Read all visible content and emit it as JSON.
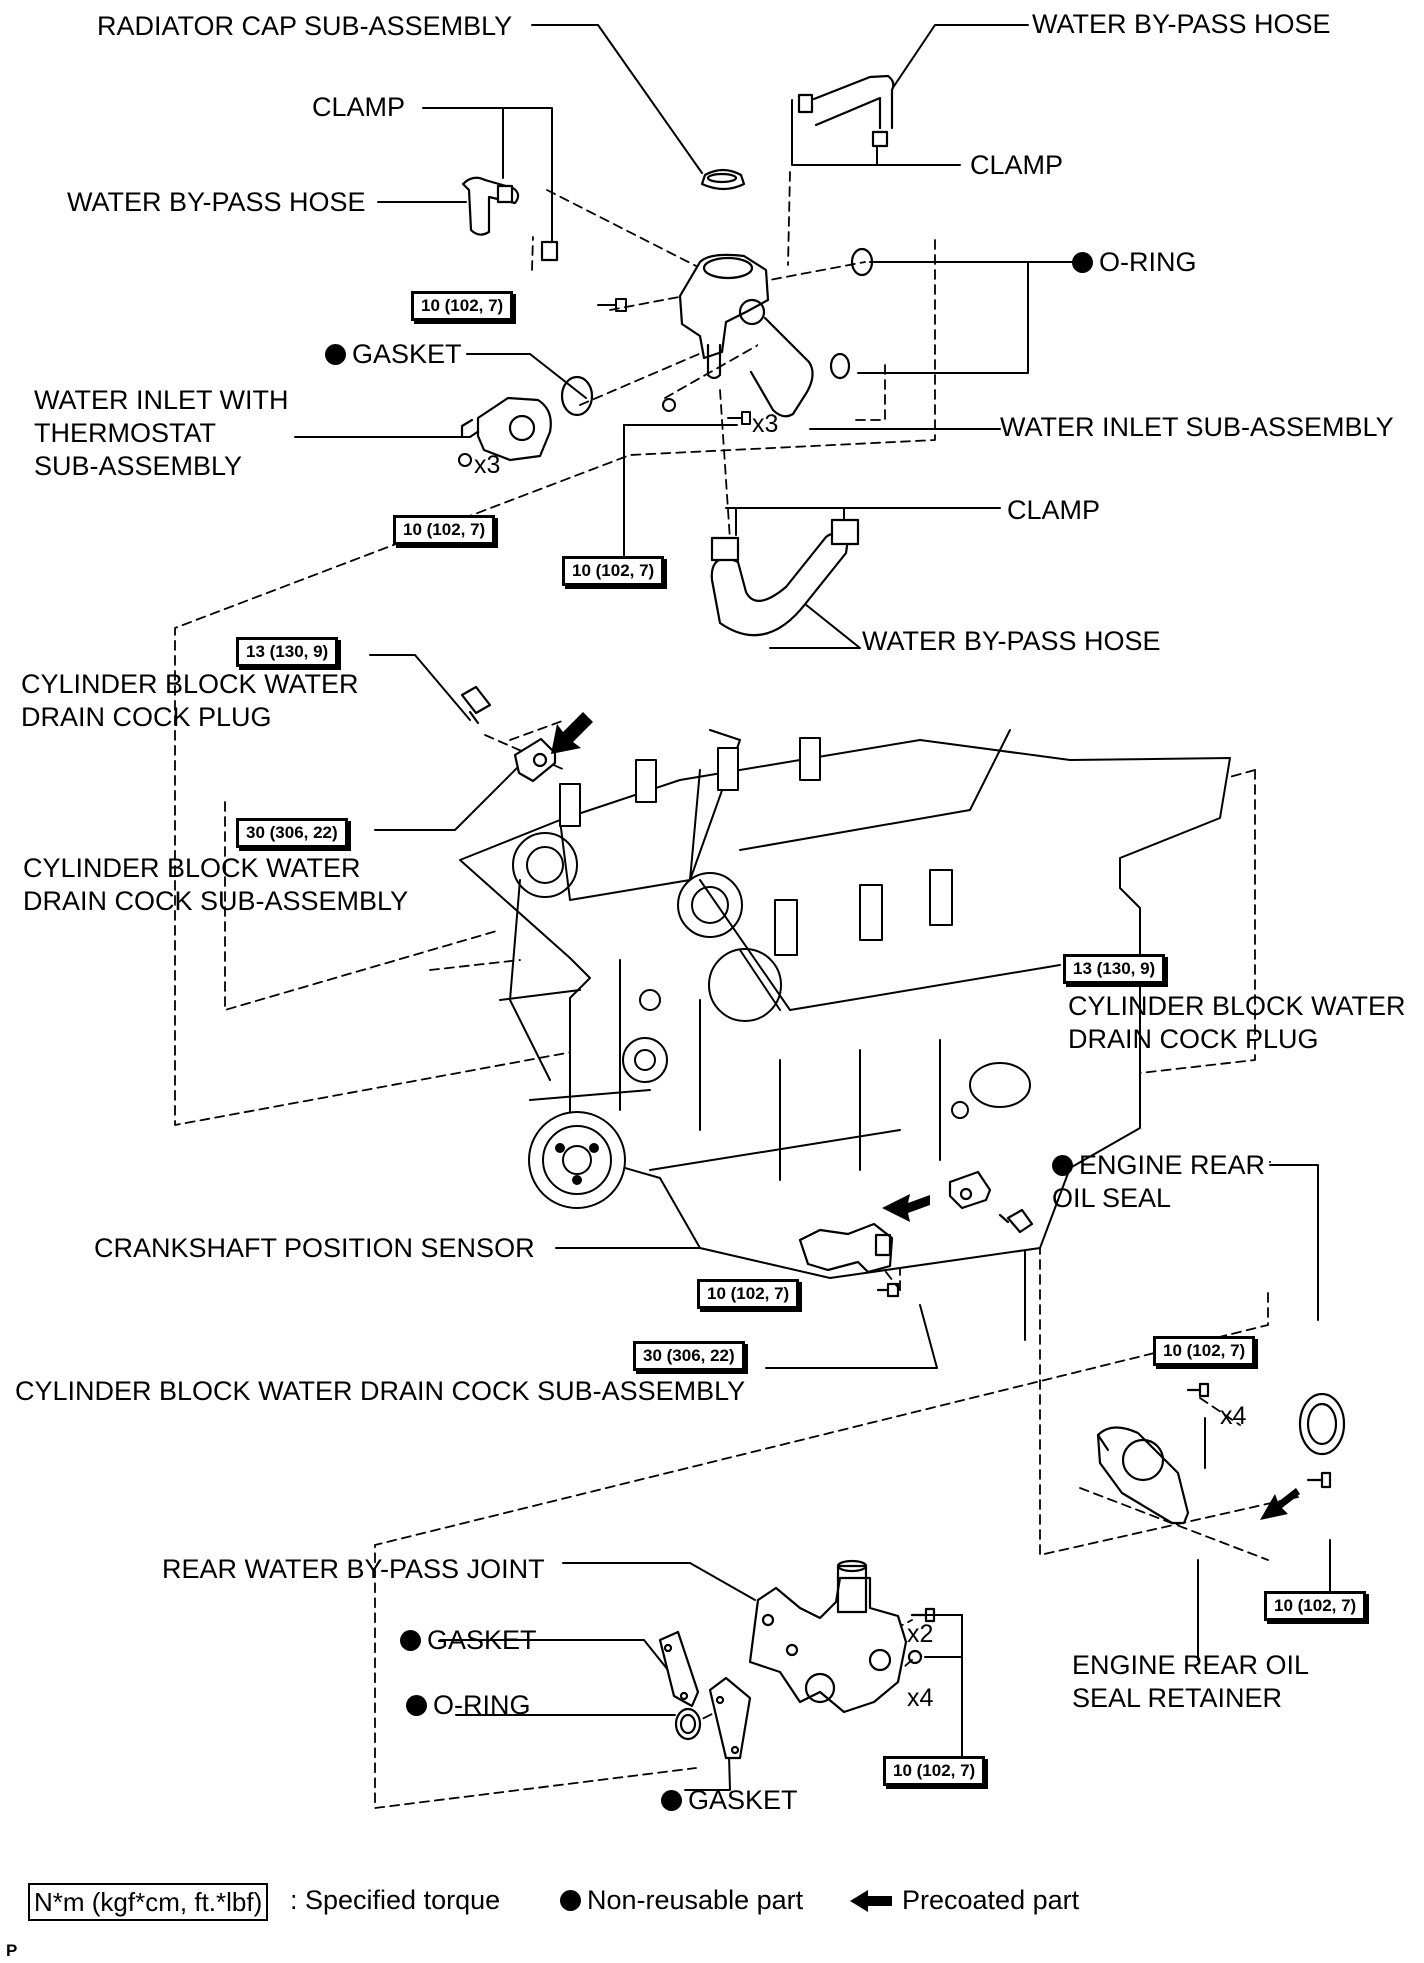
{
  "labels": {
    "radiator_cap": "RADIATOR CAP SUB-ASSEMBLY",
    "water_bypass_hose_top": "WATER BY-PASS HOSE",
    "clamp_top_left": "CLAMP",
    "clamp_top_right": "CLAMP",
    "water_bypass_hose_left": "WATER BY-PASS HOSE",
    "o_ring_top": "O-RING",
    "gasket_top": "GASKET",
    "water_inlet_thermostat": "WATER INLET WITH\nTHERMOSTAT\nSUB-ASSEMBLY",
    "water_inlet_sub": "WATER INLET SUB-ASSEMBLY",
    "clamp_mid": "CLAMP",
    "water_bypass_hose_mid": "WATER BY-PASS HOSE",
    "drain_plug_left": "CYLINDER BLOCK WATER\nDRAIN COCK PLUG",
    "drain_cock_left": "CYLINDER BLOCK WATER\nDRAIN COCK SUB-ASSEMBLY",
    "drain_plug_right": "CYLINDER BLOCK WATER\nDRAIN COCK PLUG",
    "engine_rear_oil_seal": "ENGINE REAR\nOIL SEAL",
    "crank_sensor": "CRANKSHAFT POSITION SENSOR",
    "drain_cock_bottom": "CYLINDER BLOCK WATER DRAIN COCK SUB-ASSEMBLY",
    "rear_bypass_joint": "REAR WATER BY-PASS JOINT",
    "gasket_rear_1": "GASKET",
    "o_ring_rear": "O-RING",
    "gasket_rear_2": "GASKET",
    "oil_seal_retainer": "ENGINE REAR OIL\nSEAL RETAINER"
  },
  "torques": {
    "t_radiator_bolt": "10 (102, 7)",
    "t_thermostat": "10 (102, 7)",
    "t_inlet": "10 (102, 7)",
    "t_plug_left": "13 (130, 9)",
    "t_cock_left": "30 (306, 22)",
    "t_plug_right": "13 (130, 9)",
    "t_crank": "10 (102, 7)",
    "t_cock_bottom": "30 (306, 22)",
    "t_retainer_top": "10 (102, 7)",
    "t_retainer_bolt": "10 (102, 7)",
    "t_joint": "10 (102, 7)"
  },
  "quantities": {
    "q_inlet": "x3",
    "q_thermostat": "x3",
    "q_retainer": "x4",
    "q_joint_a": "x2",
    "q_joint_b": "x4"
  },
  "legend": {
    "torque_box": "N*m (kgf*cm, ft.*lbf)",
    "torque_text": ": Specified torque",
    "non_reusable": "Non-reusable part",
    "precoated": "Precoated part"
  },
  "corner_code": "P",
  "icons": {
    "non_reusable_mark": "filled-circle",
    "precoated_mark": "filled-arrow"
  }
}
